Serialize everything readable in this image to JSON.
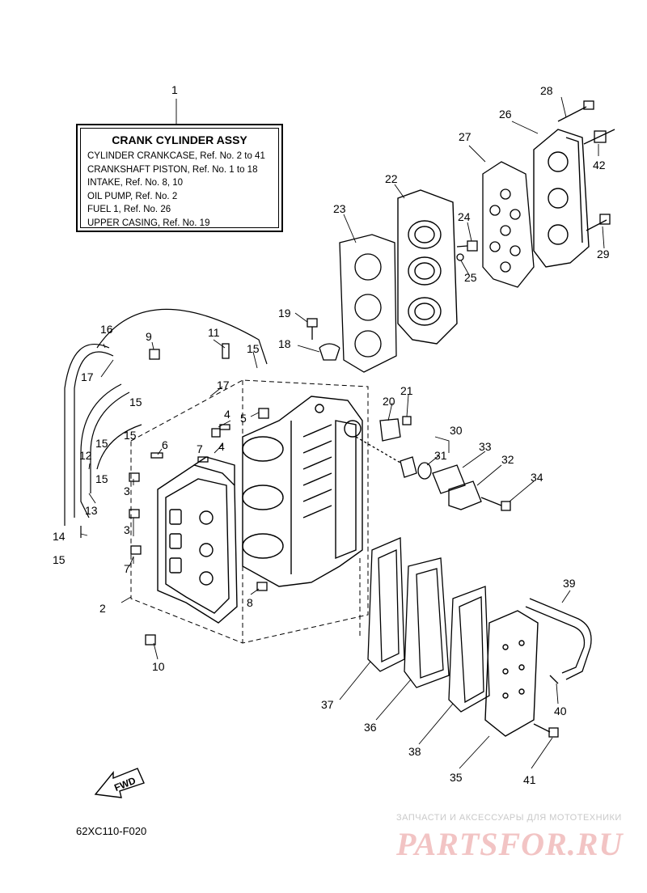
{
  "legend": {
    "title": "CRANK CYLINDER ASSY",
    "lines": [
      "CYLINDER CRANKCASE,  Ref. No. 2 to 41",
      "CRANKSHAFT PISTON,  Ref. No. 1 to 18",
      "INTAKE,  Ref. No. 8, 10",
      "OIL PUMP,  Ref. No. 2",
      "FUEL 1,  Ref. No. 26",
      "UPPER CASING,  Ref. No. 19"
    ]
  },
  "callouts": {
    "c1": "1",
    "c2": "2",
    "c3a": "3",
    "c3b": "3",
    "c4a": "4",
    "c4b": "4",
    "c5": "5",
    "c6": "6",
    "c7a": "7",
    "c7b": "7",
    "c8": "8",
    "c9": "9",
    "c10": "10",
    "c11": "11",
    "c12": "12",
    "c13": "13",
    "c14": "14",
    "c15a": "15",
    "c15b": "15",
    "c15c": "15",
    "c15d": "15",
    "c15e": "15",
    "c15f": "15",
    "c16": "16",
    "c17a": "17",
    "c17b": "17",
    "c18": "18",
    "c19": "19",
    "c20": "20",
    "c21": "21",
    "c22": "22",
    "c23": "23",
    "c24": "24",
    "c25": "25",
    "c26": "26",
    "c27": "27",
    "c28": "28",
    "c29": "29",
    "c30": "30",
    "c31": "31",
    "c32": "32",
    "c33": "33",
    "c34": "34",
    "c35": "35",
    "c36": "36",
    "c37": "37",
    "c38": "38",
    "c39": "39",
    "c40": "40",
    "c41": "41",
    "c42": "42"
  },
  "fwd_label": "FWD",
  "drawing_code": "62XC110-F020",
  "watermark": {
    "caption": "ЗАПЧАСТИ И АКСЕССУАРЫ ДЛЯ МОТОТЕХНИКИ",
    "logo": "PARTSFOR.RU"
  }
}
